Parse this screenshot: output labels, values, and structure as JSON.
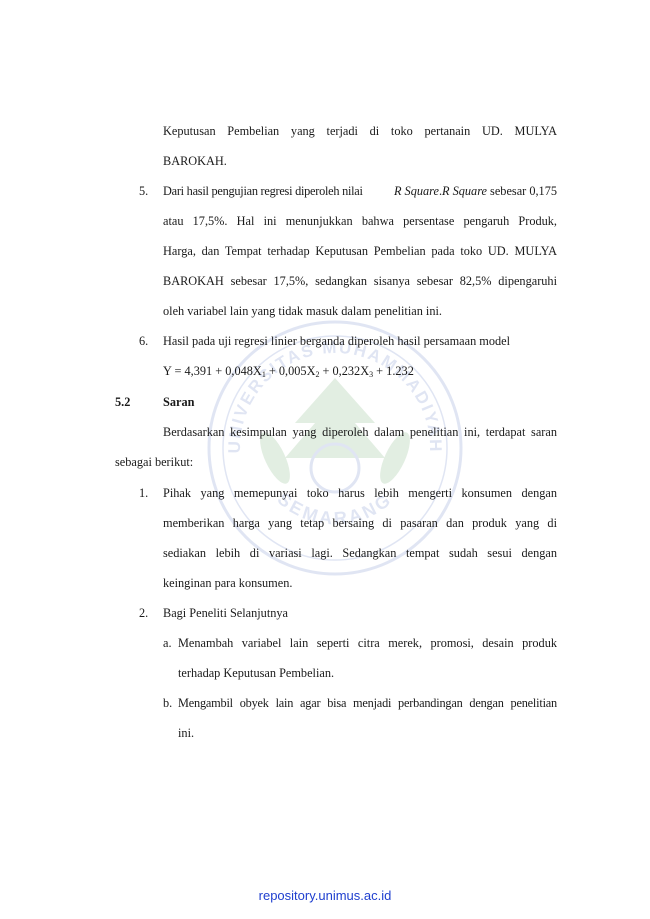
{
  "watermark": {
    "top_text": "UNIVERSITAS MUHAMMADIYAH",
    "bottom_text": "SEMARANG"
  },
  "lines": {
    "l1": "Keputusan Pembelian yang terjadi di toko pertanain UD. MULYA",
    "l2": "BAROKAH.",
    "i5_num": "5.",
    "l3_a": "Dari hasil pengujian regresi diperoleh nilai ",
    "l3_b": "R Square",
    "l3_c": ".",
    "l3_d": "R Square",
    "l3_e": " sebesar 0,175",
    "l4": "atau 17,5%. Hal ini menunjukkan bahwa persentase pengaruh Produk,",
    "l5": "Harga, dan Tempat terhadap Keputusan Pembelian pada toko UD. MULYA",
    "l6": "BAROKAH sebesar 17,5%, sedangkan sisanya sebesar 82,5% dipengaruhi",
    "l7": "oleh variabel lain yang tidak masuk dalam penelitian ini.",
    "i6_num": "6.",
    "l8": "Hasil pada uji regresi linier berganda diperoleh hasil persamaan model",
    "eq": {
      "p1": "Y = 4,391 + 0,048X",
      "s1": "1",
      "p2": " + 0,005X",
      "s2": "2",
      "p3": " + 0,232X",
      "s3": "3",
      "p4": " + 1.232"
    },
    "sec_num": "5.2",
    "sec_title": "Saran",
    "l9": "Berdasarkan kesimpulan yang diperoleh dalam penelitian ini, terdapat saran",
    "l10": "sebagai berikut:",
    "s1_num": "1.",
    "l11": "Pihak yang memepunyai toko harus lebih mengerti konsumen dengan",
    "l12": "memberikan harga yang tetap bersaing di pasaran dan produk yang di",
    "l13": "sediakan lebih di variasi lagi. Sedangkan tempat sudah sesui dengan",
    "l14": "keinginan para konsumen.",
    "s2_num": "2.",
    "l15": "Bagi Peneliti Selanjutnya",
    "a_num": "a.",
    "l16": "Menambah variabel lain seperti citra merek, promosi, desain produk",
    "l17": "terhadap Keputusan Pembelian.",
    "b_num": "b.",
    "l18": "Mengambil obyek lain agar bisa menjadi perbandingan dengan penelitian",
    "l19": "ini."
  },
  "footer": "repository.unimus.ac.id"
}
